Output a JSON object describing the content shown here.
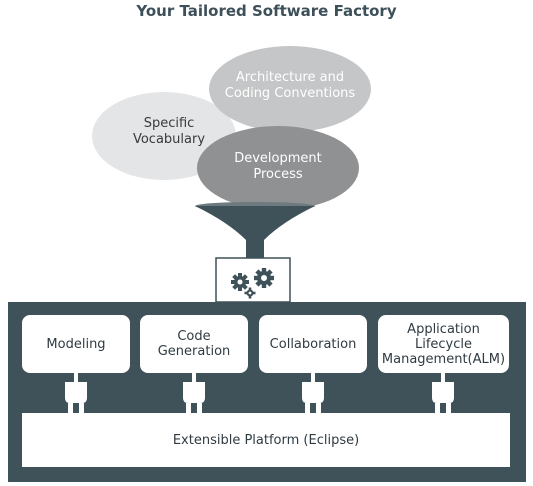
{
  "title": "Your Tailored Software Factory",
  "inputs": {
    "architecture": "Architecture and Coding Conventions",
    "vocabulary": "Specific Vocabulary",
    "process": "Development Process"
  },
  "modules": [
    {
      "label": "Modeling"
    },
    {
      "label": "Code Generation"
    },
    {
      "label": "Collaboration"
    },
    {
      "label": "Application Lifecycle Management(ALM)"
    }
  ],
  "platform": "Extensible Platform (Eclipse)",
  "colors": {
    "dark_panel": "#3f5159",
    "ellipse_light": "#e3e5e6",
    "ellipse_mid": "#c5c6c7",
    "ellipse_dark": "#8f9192",
    "funnel": "#3f5159",
    "title": "#3d5059"
  },
  "icons": {
    "factory": "gears-icon",
    "connector": "plug-icon"
  }
}
